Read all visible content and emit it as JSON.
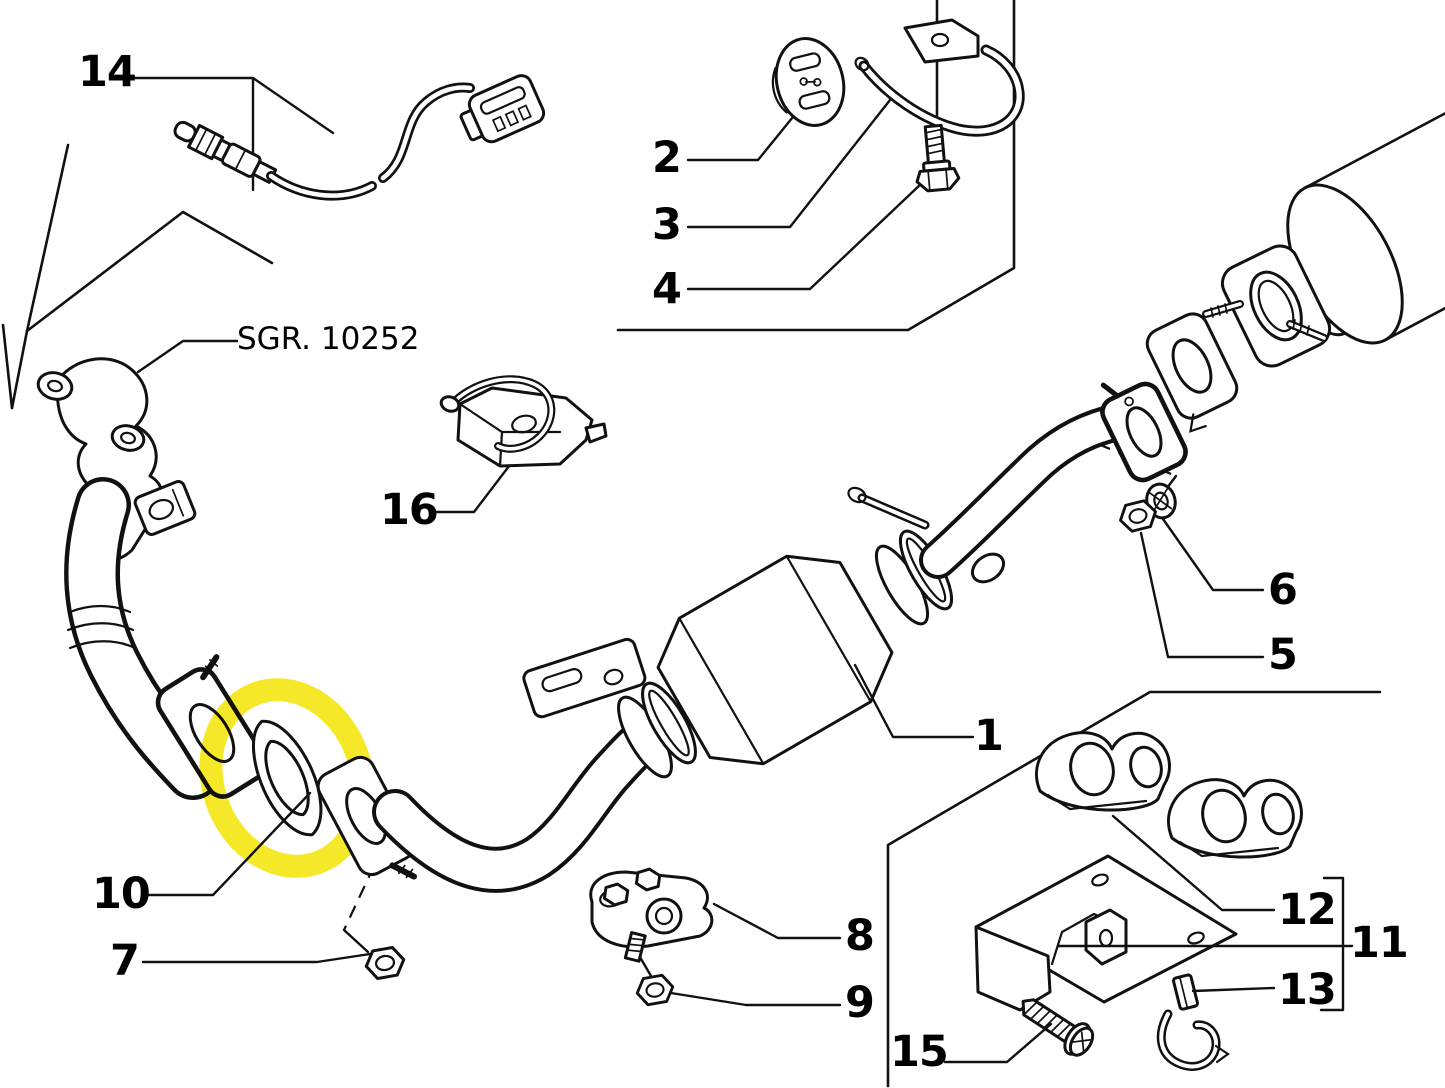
{
  "diagram": {
    "type": "exploded-parts-diagram",
    "subject": "exhaust-system",
    "reference_label": "SGR. 10252",
    "background_color": "#ffffff",
    "line_color": "#111111",
    "highlight_color": "#f5e616",
    "highlighted_callout": "10",
    "callouts": [
      {
        "number": "1",
        "part": "center-pipe-with-catalytic-converter"
      },
      {
        "number": "2",
        "part": "rubber-exhaust-mount"
      },
      {
        "number": "3",
        "part": "hanger-hook-rod"
      },
      {
        "number": "4",
        "part": "hex-bolt"
      },
      {
        "number": "5",
        "part": "hex-nut"
      },
      {
        "number": "6",
        "part": "washer"
      },
      {
        "number": "7",
        "part": "hex-nut"
      },
      {
        "number": "8",
        "part": "support-bracket-plate"
      },
      {
        "number": "9",
        "part": "hex-nut"
      },
      {
        "number": "10",
        "part": "flange-gasket-highlighted"
      },
      {
        "number": "11",
        "part": "sheet-metal-support-bracket"
      },
      {
        "number": "12",
        "part": "double-pipe-clamp"
      },
      {
        "number": "13",
        "part": "spring-clip"
      },
      {
        "number": "14",
        "part": "oxygen-sensor-with-cable"
      },
      {
        "number": "15",
        "part": "self-tapping-screw"
      },
      {
        "number": "16",
        "part": "retainer-clamp-bracket"
      }
    ]
  }
}
